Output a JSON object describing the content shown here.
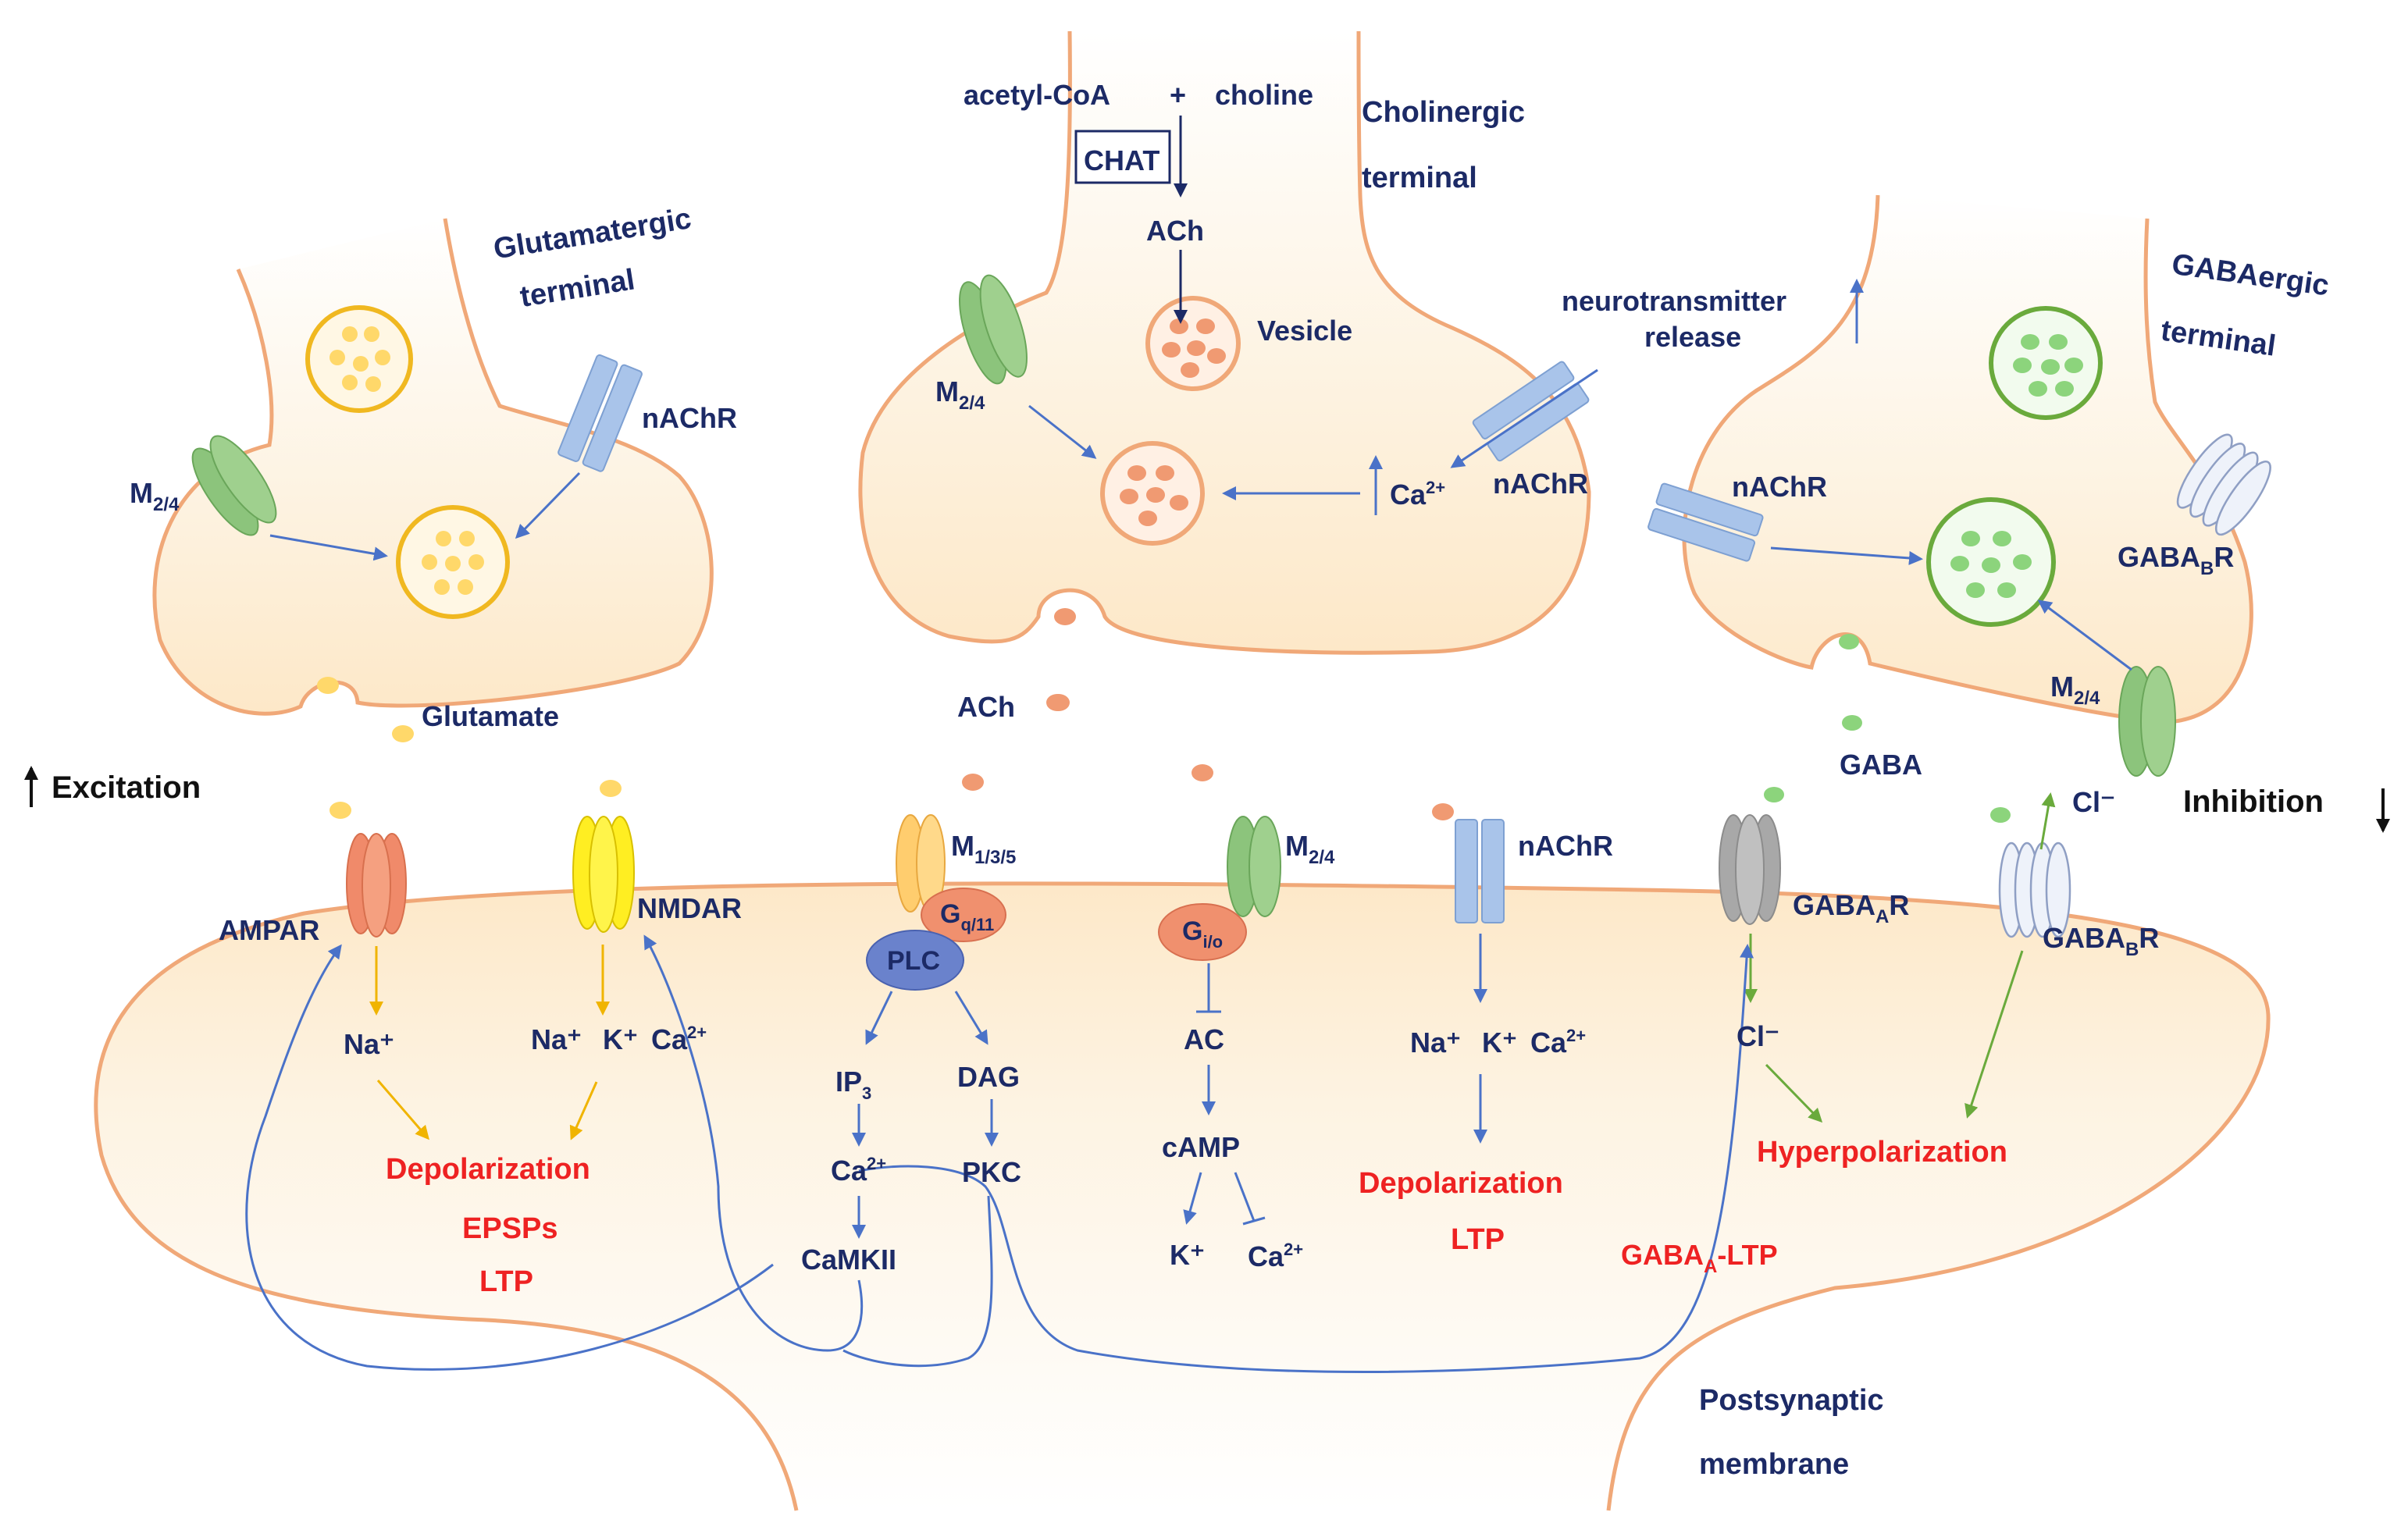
{
  "terminals": {
    "glutamatergic": [
      "Glutamatergic",
      "terminal"
    ],
    "cholinergic": [
      "Cholinergic",
      "terminal"
    ],
    "gabaergic": [
      "GABAergic",
      "terminal"
    ]
  },
  "synthesis": {
    "acetyl_coa": "acetyl-CoA",
    "plus": "+",
    "choline": "choline",
    "enzyme": "CHAT",
    "product": "ACh",
    "vesicle": "Vesicle"
  },
  "presynaptic": {
    "m24": "M",
    "m24_sub": "2/4",
    "nachr": "nAChR",
    "gabab_base": "GABA",
    "gabab_sub": "B",
    "gabab_end": "R",
    "ca_base": "Ca",
    "ca_sup": "2+",
    "release": [
      "neurotransmitter",
      "release"
    ]
  },
  "transmitters": {
    "glutamate": "Glutamate",
    "ach": "ACh",
    "gaba": "GABA"
  },
  "side_labels": {
    "excitation_arrow": "↑",
    "excitation": "Excitation",
    "inhibition": "Inhibition",
    "inhibition_arrow": "↓"
  },
  "receptors": {
    "ampar": "AMPAR",
    "nmdar": "NMDAR",
    "m135": "M",
    "m135_sub": "1/3/5",
    "gq_base": "G",
    "gq_sub": "q/11",
    "plc": "PLC",
    "m24": "M",
    "m24_sub": "2/4",
    "gi_base": "G",
    "gi_sub": "i/o",
    "nachr": "nAChR",
    "gabaa_base": "GABA",
    "gabaa_sub": "A",
    "gabaa_end": "R",
    "gabab_base": "GABA",
    "gabab_sub": "B",
    "gabab_end": "R",
    "cl_top": "Cl⁻"
  },
  "signaling": {
    "na": "Na⁺",
    "na2": "Na⁺",
    "k2": "K⁺",
    "ca2_base": "Ca",
    "ca2_sup": "2+",
    "ip3_base": "IP",
    "ip3_sub": "3",
    "dag": "DAG",
    "ca_mid_base": "Ca",
    "ca_mid_sup": "2+",
    "pkc": "PKC",
    "camkii": "CaMKII",
    "ac": "AC",
    "camp": "cAMP",
    "k_out": "K⁺",
    "ca_out_base": "Ca",
    "ca_out_sup": "2+",
    "na3": "Na⁺",
    "k3": "K⁺",
    "ca3_base": "Ca",
    "ca3_sup": "2+",
    "cl_in": "Cl⁻"
  },
  "effects": {
    "depol1": "Depolarization",
    "epsps": "EPSPs",
    "ltp1": "LTP",
    "depol2": "Depolarization",
    "ltp2": "LTP",
    "gabaa_ltp_base": "GABA",
    "gabaa_ltp_sub": "A",
    "gabaa_ltp_end": "-LTP",
    "hyperpol": "Hyperpolarization"
  },
  "postsynaptic": [
    "Postsynaptic",
    "membrane"
  ],
  "colors": {
    "membrane": "#f0a878",
    "cytoplasm": "#fdf1dc",
    "navy": "#1c2a66",
    "arrow_blue": "#4a72c8",
    "ampar": "#f08a6a",
    "nmdar": "#ffee22",
    "m135": "#ffd27a",
    "m24": "#8cc47c",
    "gq": "#f0906e",
    "plc": "#6a82cc",
    "nachr": "#a9c4ea",
    "gabaa": "#b4b4b4",
    "gabab": "#eef2fa",
    "glu_dot": "#ffd86a",
    "ach_dot": "#f09a72",
    "gaba_dot": "#8cd47c",
    "excit_arrow": "#f0b400",
    "inhib_arrow": "#6aaa3c",
    "effect_red": "#ee2222"
  }
}
